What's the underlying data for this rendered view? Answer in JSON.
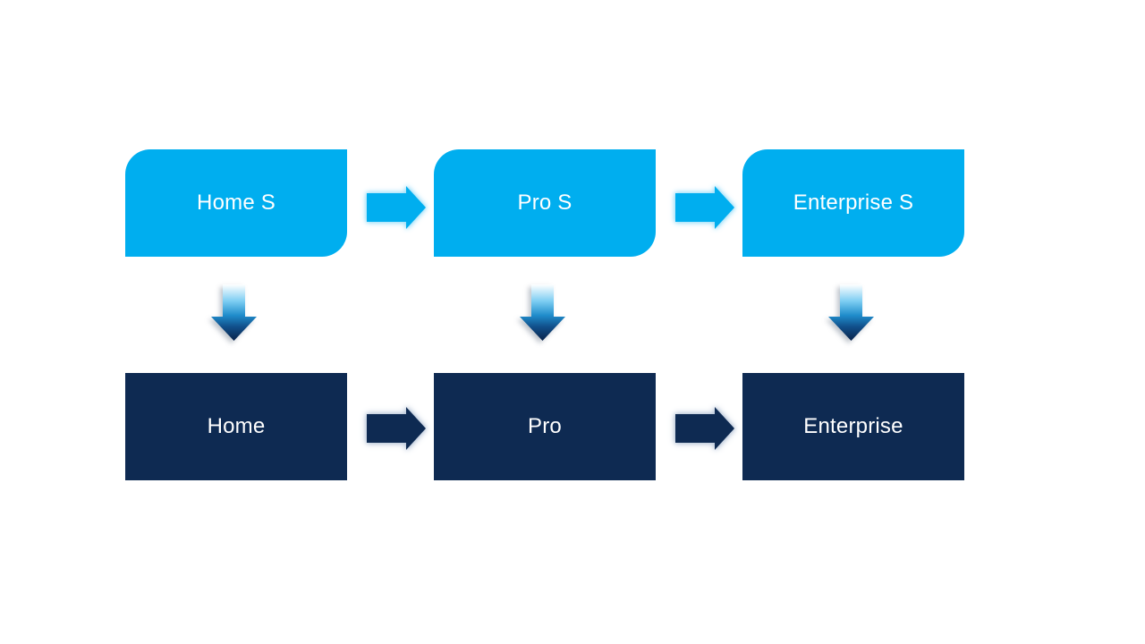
{
  "diagram": {
    "type": "process-upgrade-flow",
    "columns": [
      {
        "top_label": "Home S",
        "bottom_label": "Home"
      },
      {
        "top_label": "Pro S",
        "bottom_label": "Pro"
      },
      {
        "top_label": "Enterprise S",
        "bottom_label": "Enterprise"
      }
    ],
    "connections": {
      "horizontal_top": [
        "Home S → Pro S",
        "Pro S → Enterprise S"
      ],
      "horizontal_bottom": [
        "Home → Pro",
        "Pro → Enterprise"
      ],
      "vertical": [
        "Home S → Home",
        "Pro S → Pro",
        "Enterprise S → Enterprise"
      ]
    },
    "colors": {
      "background": "#FFFFFF",
      "top_box": "#00AEEF",
      "bottom_box": "#0E2A52",
      "text": "#FFFFFF",
      "top_arrow": "#00AEEF",
      "top_arrow_glow": "#9EDFF9",
      "bottom_arrow": "#0E2A52",
      "bottom_arrow_glow": "#B7C5D8",
      "down_grad_0": "#FFFFFF",
      "down_grad_30": "#7BCDF2",
      "down_grad_55": "#1F8CCB",
      "down_grad_75": "#11508B",
      "down_grad_100": "#092249"
    }
  }
}
